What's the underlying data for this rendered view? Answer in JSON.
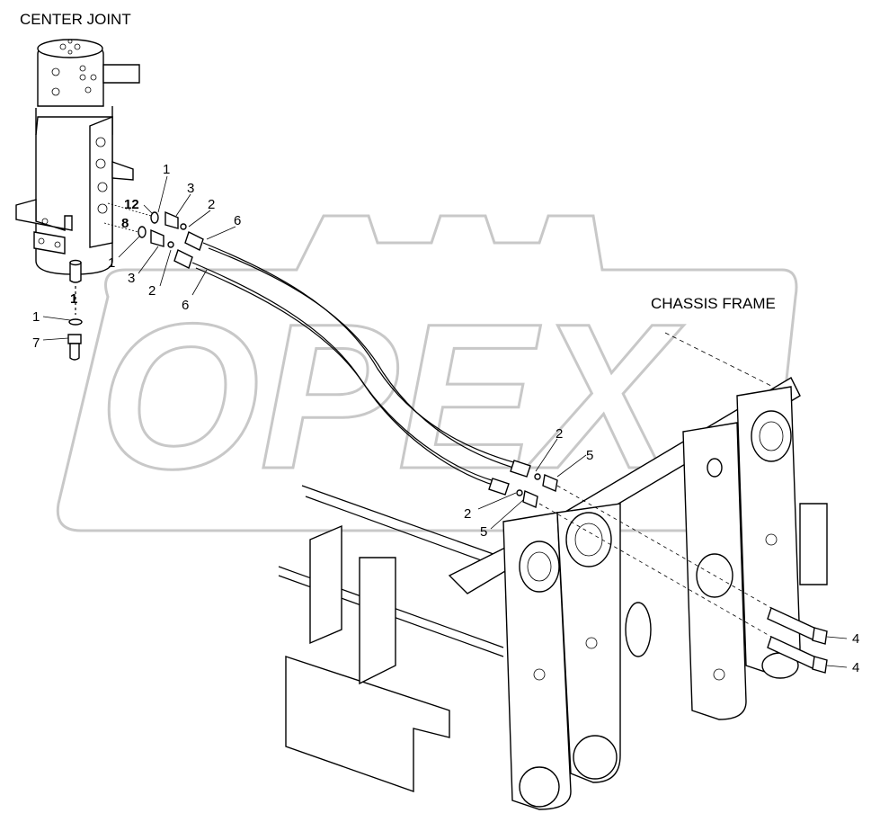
{
  "titles": {
    "center_joint": "CENTER JOINT",
    "chassis_frame": "CHASSIS FRAME"
  },
  "watermark": "OPEX",
  "callouts": {
    "c1_top": "1",
    "c3_top": "3",
    "c2_top": "2",
    "c6_top": "6",
    "c12": "12",
    "c8": "8",
    "c1_left": "1",
    "c3_left": "3",
    "c2_low": "2",
    "c6_low": "6",
    "c1_bold": "1",
    "c1_oring": "1",
    "c7": "7",
    "c2_right": "2",
    "c5_right": "5",
    "c2_right_low": "2",
    "c5_right_low": "5",
    "c4_top": "4",
    "c4_bottom": "4"
  },
  "colors": {
    "line": "#000000",
    "watermark": "#c8c8c8",
    "background": "#ffffff"
  }
}
